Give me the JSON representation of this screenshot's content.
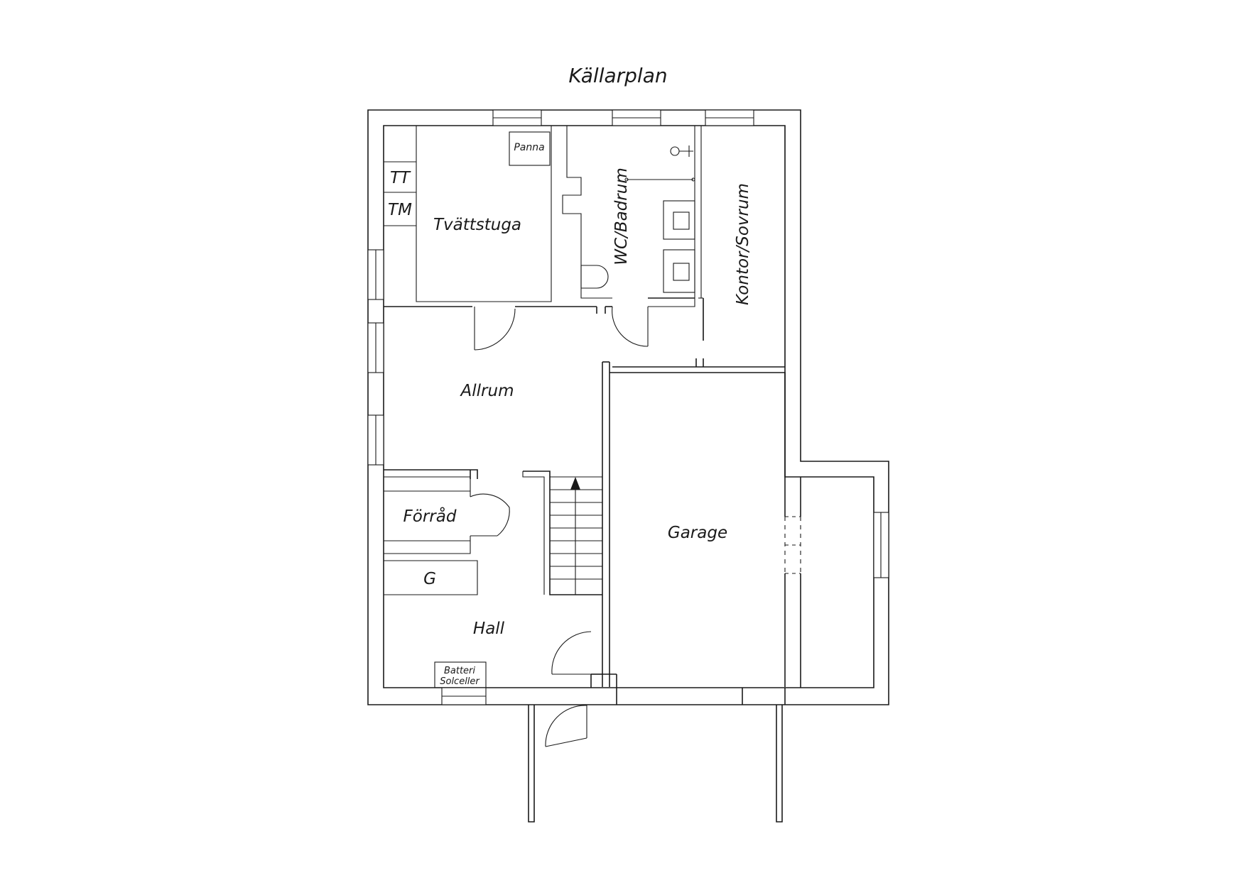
{
  "title": "Källarplan",
  "rooms": {
    "tvattstuga": "Tvättstuga",
    "wc_badrum": "WC/Badrum",
    "kontor_sovrum": "Kontor/Sovrum",
    "allrum": "Allrum",
    "forrad": "Förråd",
    "garage": "Garage",
    "hall": "Hall"
  },
  "fixtures": {
    "panna": "Panna",
    "tt": "TT",
    "tm": "TM",
    "g": "G",
    "batteri": "Batteri",
    "solceller": "Solceller"
  }
}
